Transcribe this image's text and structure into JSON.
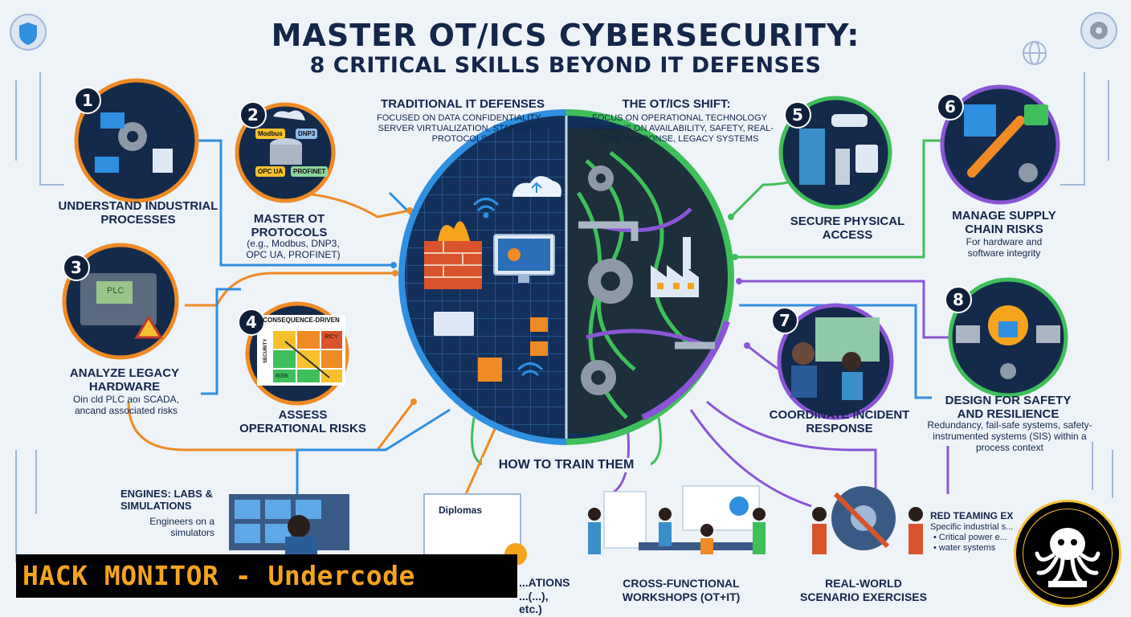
{
  "title": {
    "line1": "MASTER OT/ICS CYBERSECURITY:",
    "line2": "8 CRITICAL SKILLS BEYOND IT DEFENSES"
  },
  "center": {
    "it": {
      "heading": "TRADITIONAL IT DEFENSES",
      "text": "FOCUSED ON DATA CONFIDENTIALITY, SERVER VIRTUALIZATION, STANDARD PROTOCOLS"
    },
    "ot": {
      "heading": "THE OT/ICS SHIFT:",
      "text": "FOCUS ON OPERATIONAL TECHNOLOGY EMPHASIS ON AVAILABILITY, SAFETY, REAL-TIME RESPONSE, LEGACY SYSTEMS"
    }
  },
  "skills": [
    {
      "num": "1",
      "title": "UNDERSTAND INDUSTRIAL PROCESSES",
      "sub": ""
    },
    {
      "num": "2",
      "title": "MASTER OT PROTOCOLS",
      "sub": "(e.g., Modbus, DNP3, OPC UA, PROFINET)",
      "tags": [
        "Modbus",
        "DNP3",
        "OPC UA",
        "PROFINET"
      ]
    },
    {
      "num": "3",
      "title": "ANALYZE LEGACY HARDWARE",
      "sub": "Oin cld PLC aoı SCADA, ancand associated risks",
      "screen": "PLC"
    },
    {
      "num": "4",
      "title": "ASSESS OPERATIONAL RISKS",
      "sub": "",
      "card_title": "CONSEQUENCE-DRIVEN",
      "card_axis": "SECURITY",
      "card_low": "RISK",
      "card_cell": "RICY"
    },
    {
      "num": "5",
      "title": "SECURE PHYSICAL ACCESS",
      "sub": ""
    },
    {
      "num": "6",
      "title": "MANAGE SUPPLY CHAIN RISKS",
      "sub": "For hardware and software integrity"
    },
    {
      "num": "7",
      "title": "COORDINATE INCIDENT RESPONSE",
      "sub": ""
    },
    {
      "num": "8",
      "title": "DESIGN FOR SAFETY AND RESILIENCE",
      "sub": "Redundancy, fail-safe systems, safety-instrumented systems (SIS) within a process context"
    }
  ],
  "training": {
    "heading": "HOW TO TRAIN THEM",
    "items": [
      {
        "title": "ENGINES: LABS & SIMULATIONS",
        "sub": "Engineers on a simulators"
      },
      {
        "title": "...ATIONS",
        "sub": "...(...), etc.)",
        "card": "Diplomas"
      },
      {
        "title": "CROSS-FUNCTIONAL WORKSHOPS (OT+IT)",
        "sub": ""
      },
      {
        "title": "REAL-WORLD SCENARIO EXERCISES",
        "sub": ""
      },
      {
        "title": "RED TEAMING EXERC...",
        "sub": "Specific industrial s...",
        "bullets": [
          "• Critical power e...",
          "• water systems"
        ]
      }
    ]
  },
  "banner": "HACK MONITOR - Undercode",
  "colors": {
    "navy": "#14264a",
    "blue": "#2f8fe0",
    "green": "#3fbf5a",
    "orange": "#f08a24",
    "purple": "#8a55d6",
    "teal": "#33a7c9",
    "gold": "#f6a31e"
  },
  "icons": [
    "shield-icon",
    "gear-icon",
    "globe-icon",
    "cloud-icon",
    "firewall-icon",
    "wifi-icon",
    "factory-icon",
    "lock-icon",
    "chain-icon",
    "camera-icon",
    "fingerprint-icon",
    "warning-icon",
    "octopus-logo"
  ]
}
